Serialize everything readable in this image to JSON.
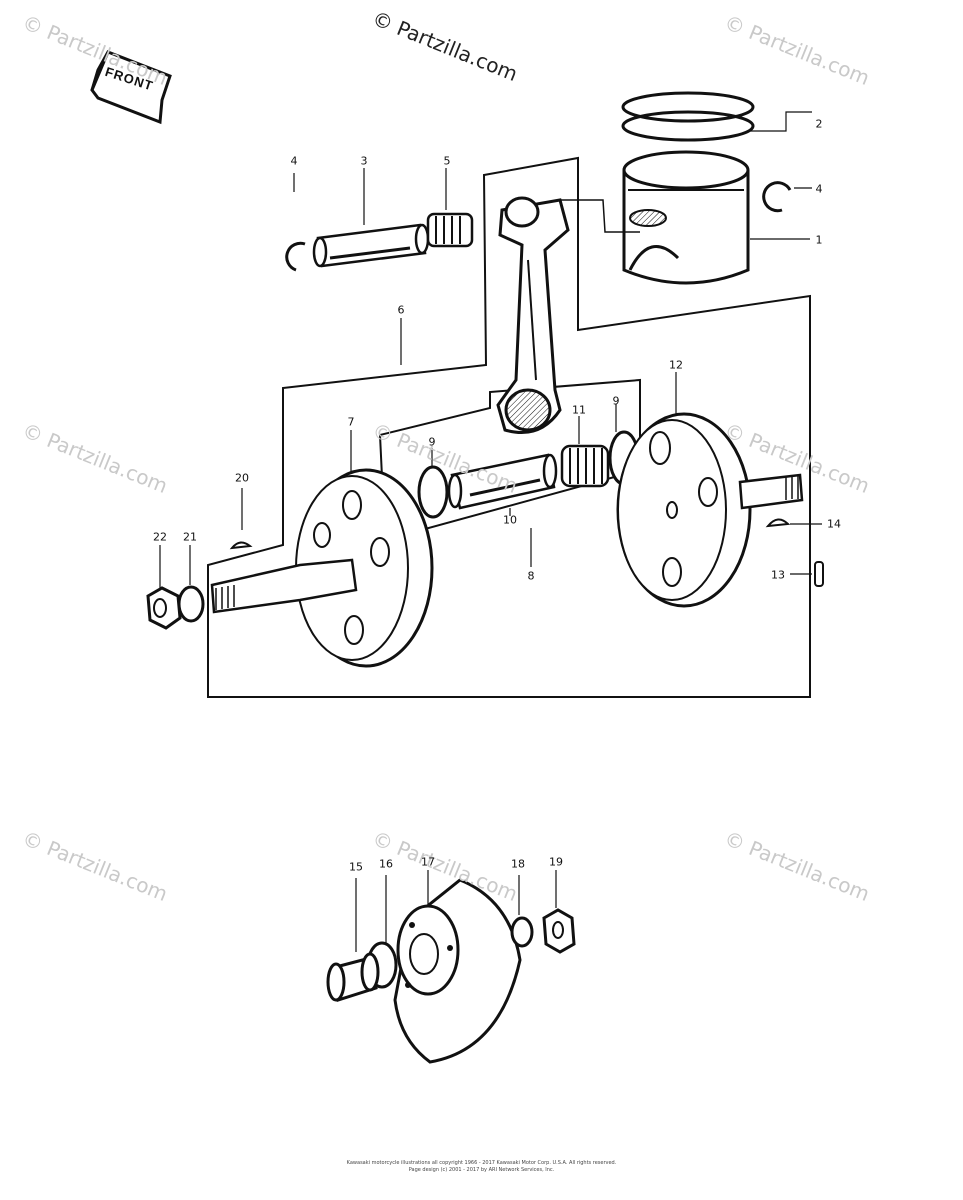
{
  "header": {
    "copyright_mark": "© Partzilla.com"
  },
  "watermark": {
    "text": "© Partzilla.com"
  },
  "front_arrow": {
    "label": "FRONT"
  },
  "callouts": [
    {
      "id": "1",
      "label": "1"
    },
    {
      "id": "2",
      "label": "2"
    },
    {
      "id": "3",
      "label": "3"
    },
    {
      "id": "4a",
      "label": "4"
    },
    {
      "id": "4b",
      "label": "4"
    },
    {
      "id": "5",
      "label": "5"
    },
    {
      "id": "6",
      "label": "6"
    },
    {
      "id": "7",
      "label": "7"
    },
    {
      "id": "8",
      "label": "8"
    },
    {
      "id": "9a",
      "label": "9"
    },
    {
      "id": "9b",
      "label": "9"
    },
    {
      "id": "10",
      "label": "10"
    },
    {
      "id": "11",
      "label": "11"
    },
    {
      "id": "12",
      "label": "12"
    },
    {
      "id": "13",
      "label": "13"
    },
    {
      "id": "14",
      "label": "14"
    },
    {
      "id": "15",
      "label": "15"
    },
    {
      "id": "16",
      "label": "16"
    },
    {
      "id": "17",
      "label": "17"
    },
    {
      "id": "18",
      "label": "18"
    },
    {
      "id": "19",
      "label": "19"
    },
    {
      "id": "20",
      "label": "20"
    },
    {
      "id": "21",
      "label": "21"
    },
    {
      "id": "22",
      "label": "22"
    }
  ],
  "footer": {
    "line1": "Kawasaki motorcycle illustrations all copyright 1966 - 2017 Kawasaki Motor Corp. U.S.A. All rights reserved.",
    "line2": "Page design (c) 2001 - 2017 by ARI Network Services, Inc."
  }
}
